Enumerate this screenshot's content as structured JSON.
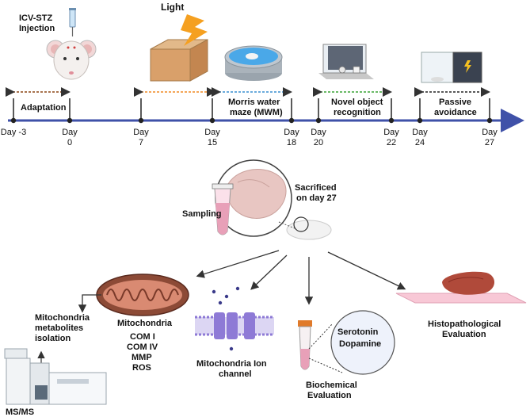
{
  "colors": {
    "timeline": "#3f51a8",
    "arrow": "#333333",
    "adaptation_bracket": "#8b4513",
    "light_bracket": "#f08a24",
    "mwm_bracket": "#3a8fd0",
    "nor_bracket": "#3aa335",
    "pa_bracket": "#222222",
    "lightning": "#f5a020",
    "tissue": "#b04a3a",
    "channel": "#8e7ad6",
    "tube_liquid": "#e8a0b8"
  },
  "icons": {
    "mouse": "mouse-icon",
    "syringe": "syringe-icon",
    "box": "cardboard-box-icon",
    "lightning": "lightning-icon",
    "water_maze": "water-maze-icon",
    "novel_object_arena": "arena-icon",
    "passive_avoidance_box": "shuttle-box-icon",
    "brain": "brain-icon",
    "tube": "sample-tube-icon",
    "mitochondrion": "mitochondrion-icon",
    "ion_channel": "ion-channel-icon",
    "tissue_slide": "tissue-slide-icon",
    "ms_instrument": "mass-spectrometer-icon"
  },
  "labels": {
    "icv_stz": [
      "ICV-STZ",
      "Injection"
    ],
    "light": "Light",
    "adaptation": "Adaptation",
    "mwm": [
      "Morris water",
      "maze (MWM)"
    ],
    "nor": [
      "Novel object",
      "recognition"
    ],
    "pa": [
      "Passive",
      "avoidance"
    ],
    "sampling": "Sampling",
    "sacrificed": [
      "Sacrificed",
      "on day 27"
    ],
    "mito_metabolites": [
      "Mitochondria",
      "metabolites",
      "isolation"
    ],
    "mitochondria": "Mitochondria",
    "mito_assays": [
      "COM I",
      "COM IV",
      "MMP",
      "ROS"
    ],
    "ion_channel": [
      "Mitochondria Ion",
      "channel"
    ],
    "neurotransmitters": [
      "Serotonin",
      "Dopamine"
    ],
    "biochemical": [
      "Biochemical",
      "Evaluation"
    ],
    "histopathological": [
      "Histopathological",
      "Evaluation"
    ],
    "msms": "MS/MS"
  },
  "timeline": {
    "days": [
      {
        "top": "Day -3",
        "bottom": ""
      },
      {
        "top": "Day",
        "bottom": "0"
      },
      {
        "top": "Day",
        "bottom": "7"
      },
      {
        "top": "Day",
        "bottom": "15"
      },
      {
        "top": "Day",
        "bottom": "18"
      },
      {
        "top": "Day",
        "bottom": "20"
      },
      {
        "top": "Day",
        "bottom": "22"
      },
      {
        "top": "Day",
        "bottom": "24"
      },
      {
        "top": "Day",
        "bottom": "27"
      }
    ]
  }
}
